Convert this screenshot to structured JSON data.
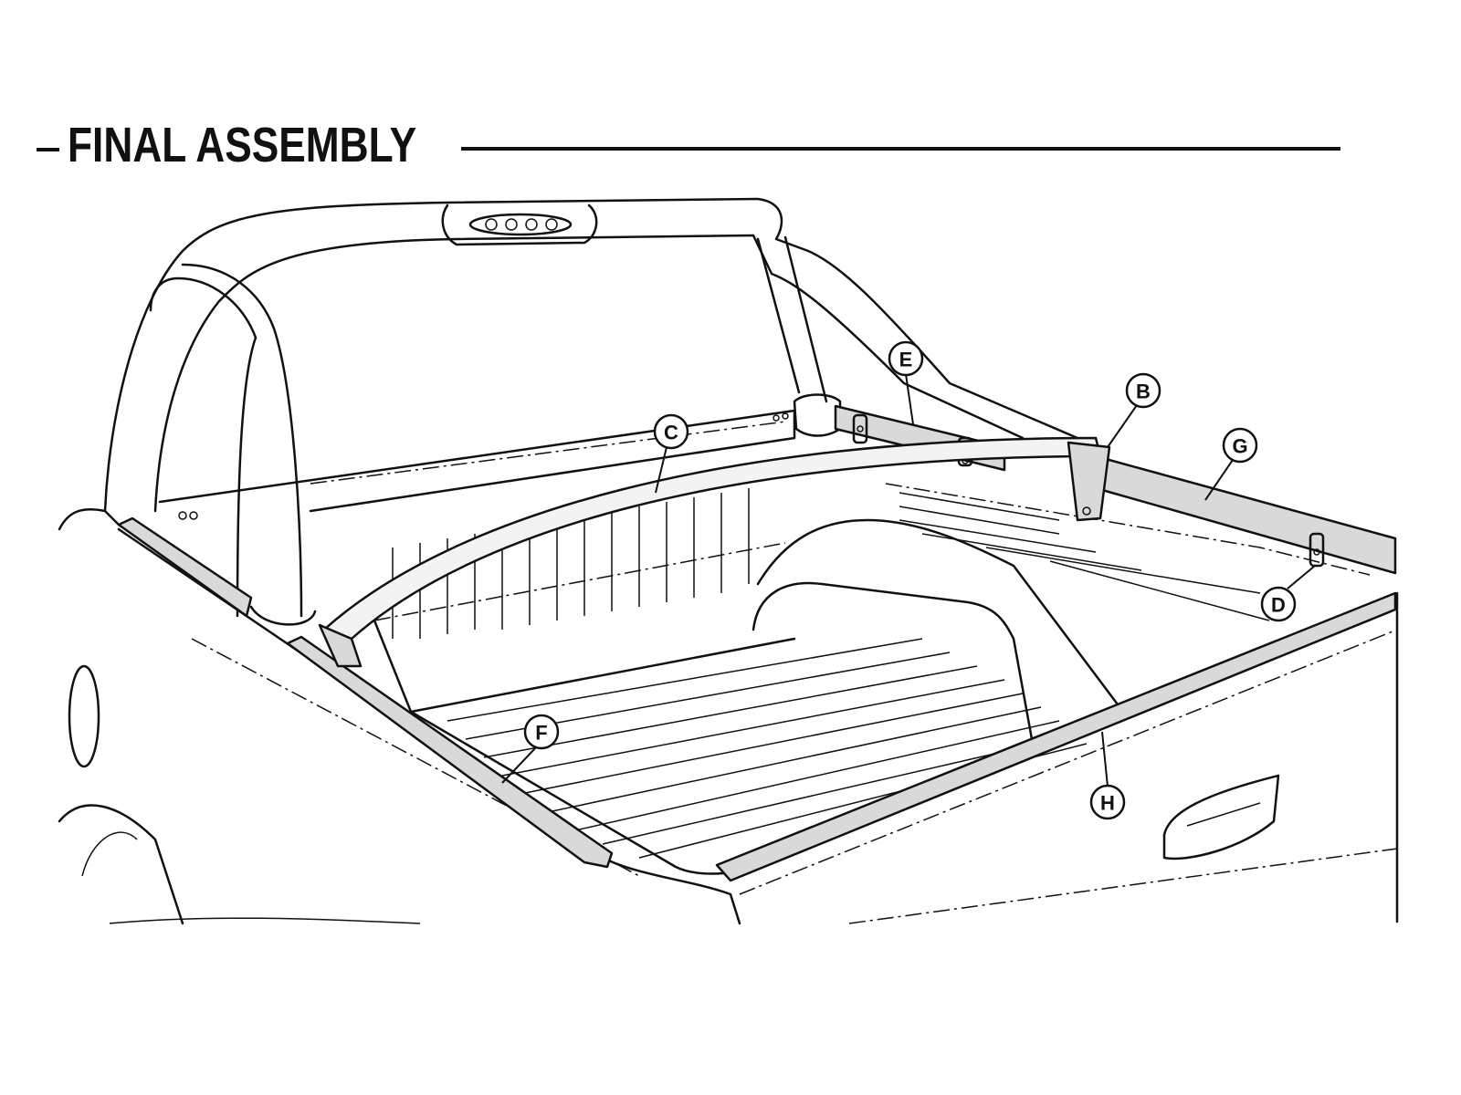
{
  "title": "FINAL ASSEMBLY",
  "callouts": {
    "b": "B",
    "c": "C",
    "d": "D",
    "e": "E",
    "f": "F",
    "g": "G",
    "h": "H"
  }
}
